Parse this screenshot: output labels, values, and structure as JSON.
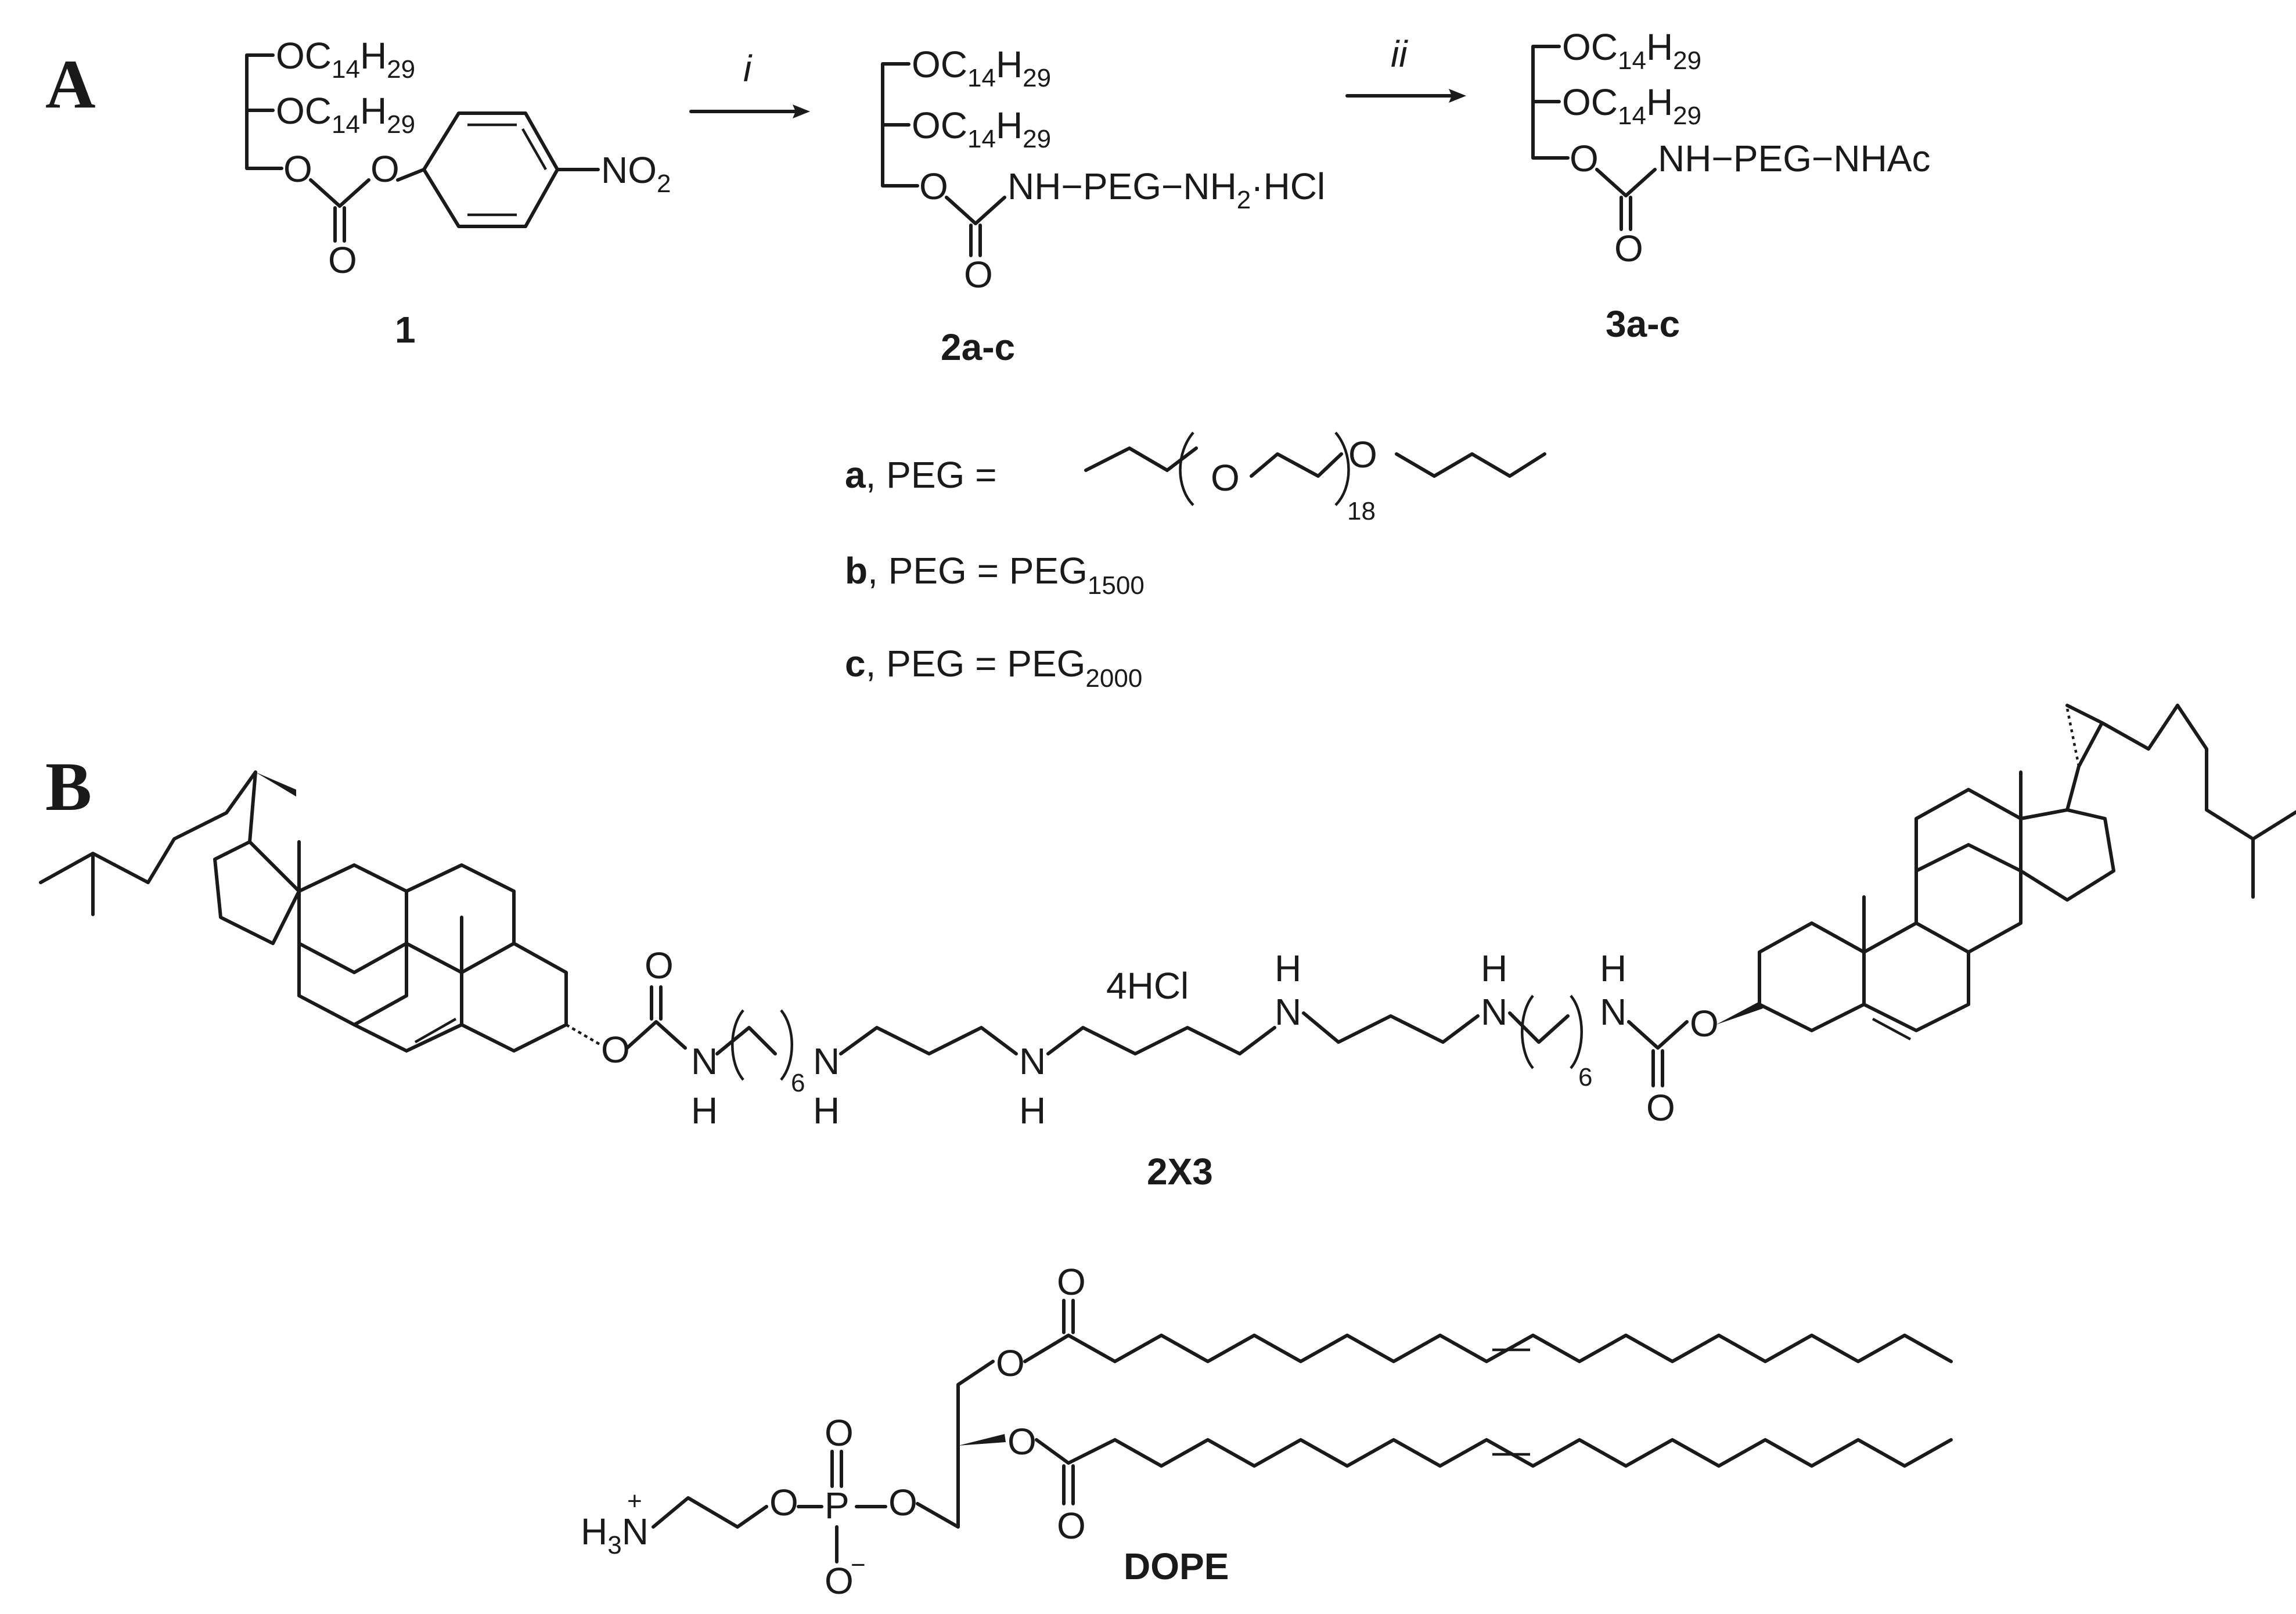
{
  "panels": {
    "a": "A",
    "b": "B"
  },
  "panel_a": {
    "compound1": {
      "chain1": "OC",
      "chain1_sub1": "14",
      "chain1_mid": "H",
      "chain1_sub2": "29",
      "chain2": "OC",
      "chain2_sub1": "14",
      "chain2_mid": "H",
      "chain2_sub2": "29",
      "o_ester": "O",
      "o_link": "O",
      "o_carbonyl": "O",
      "nitro": "NO",
      "nitro_sub": "2",
      "label": "1"
    },
    "arrow1_label": "i",
    "arrow2_label": "ii",
    "compound2": {
      "chain1": "OC",
      "chain1_sub1": "14",
      "chain1_mid": "H",
      "chain1_sub2": "29",
      "chain2": "OC",
      "chain2_sub1": "14",
      "chain2_mid": "H",
      "chain2_sub2": "29",
      "o_ester": "O",
      "o_carbonyl": "O",
      "tail": "NH−PEG−NH",
      "tail_sub": "2",
      "tail_end": "·HCl",
      "label": "2a-c"
    },
    "compound3": {
      "chain1": "OC",
      "chain1_sub1": "14",
      "chain1_mid": "H",
      "chain1_sub2": "29",
      "chain2": "OC",
      "chain2_sub1": "14",
      "chain2_mid": "H",
      "chain2_sub2": "29",
      "o_ester": "O",
      "o_carbonyl": "O",
      "tail": "NH−PEG−NHAc",
      "label": "3a-c"
    },
    "peg_defs": {
      "a_letter": "a",
      "a_text": ", PEG =",
      "a_o1": "O",
      "a_o2": "O",
      "a_repeat": "18",
      "b_letter": "b",
      "b_text": ", PEG = PEG",
      "b_sub": "1500",
      "c_letter": "c",
      "c_text": ", PEG = PEG",
      "c_sub": "2000"
    }
  },
  "panel_b": {
    "salt": "4HCl",
    "atoms": {
      "carbonyl_o_left": "O",
      "ester_o_left": "O",
      "nh1": "N",
      "nh1_h": "H",
      "rep1": "6",
      "n2": "N",
      "n2_h": "H",
      "n3": "N",
      "n3_h": "H",
      "n4": "N",
      "n4_h": "H",
      "n5": "N",
      "n5_h": "H",
      "rep2": "6",
      "n6": "N",
      "n6_h": "H",
      "ester_o_right": "O",
      "carbonyl_o_right": "O"
    },
    "label_2x3": "2X3",
    "dope": {
      "ester_o1": "O",
      "ester_o2": "O",
      "carbonyl_o1": "O",
      "carbonyl_o2": "O",
      "h3n": "H",
      "h3n_sub": "3",
      "n": "N",
      "plus": "+",
      "o_eth": "O",
      "p": "P",
      "p_o_top": "O",
      "p_o_bottom": "O",
      "minus": "−",
      "o_gly": "O",
      "label": "DOPE"
    }
  }
}
